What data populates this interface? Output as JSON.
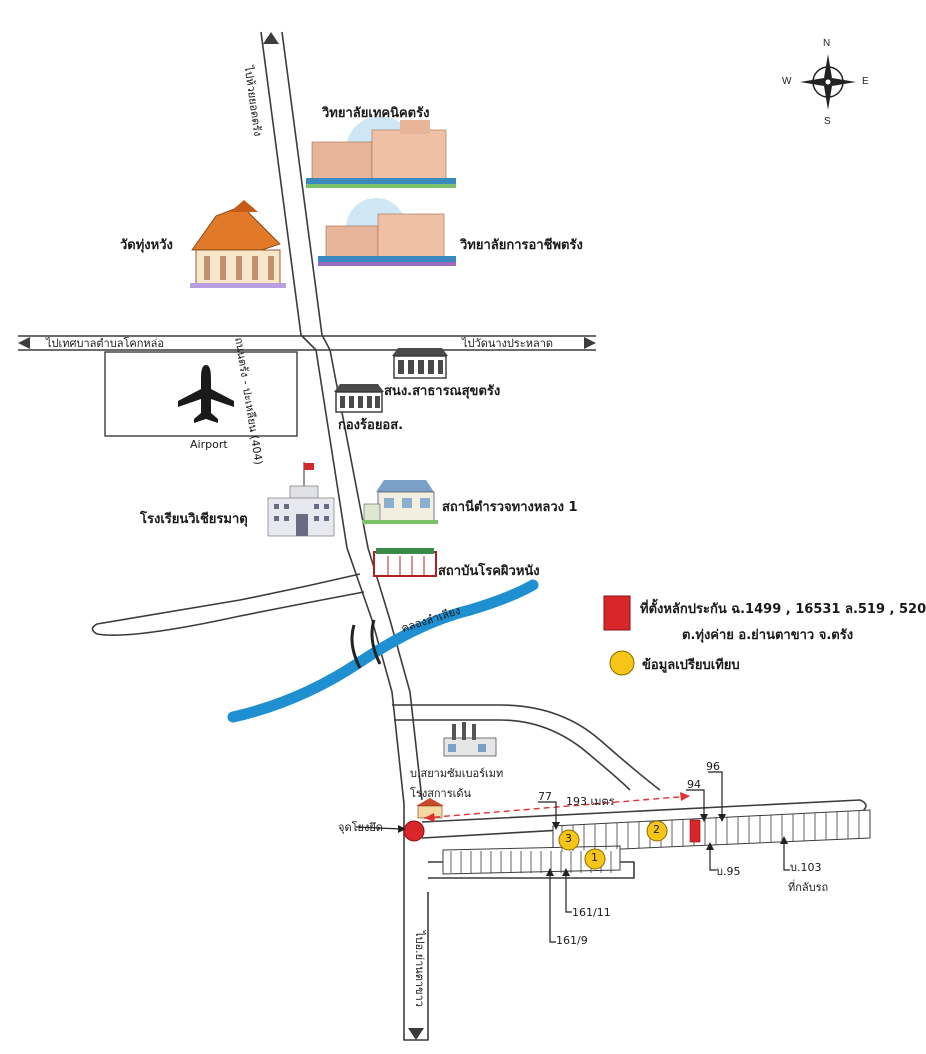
{
  "compass": {
    "n": "N",
    "s": "S",
    "e": "E",
    "w": "W"
  },
  "roads": {
    "north": "ไปห้วยยอดตรัง",
    "main": "ถนนตรัง - ปะเหลียน (404)",
    "west": "ไปเทศบาลตำบลโคกหล่อ",
    "east": "ไปวัดนางประหลาด",
    "south": "ไปอ.ย่านตาขาว"
  },
  "places": {
    "tech_college": "วิทยาลัยเทคนิคตรัง",
    "voc_college": "วิทยาลัยการอาชีพตรัง",
    "temple": "วัดทุ่งหวัง",
    "airport": "Airport",
    "health_office": "สนง.สาธารณสุขตรัง",
    "kongroi": "กองร้อยอส.",
    "highway_police": "สถานีตำรวจทางหลวง 1",
    "school": "โรงเรียนวิเชียรมาตุ",
    "skin_institute": "สถาบันโรคผิวหนัง",
    "canal": "คลองลำเลียง",
    "company": "บ.สยามซัมเบอร์เมท",
    "junction": "จุดโยงยึด",
    "sakarn": "โรงสการเด้น"
  },
  "labels": {
    "distance": "193 เมตร",
    "n77": "77",
    "n94": "94",
    "n96": "96",
    "b95": "บ.95",
    "b103": "บ.103",
    "kilombo": "ที่กลับรถ",
    "n161_11": "161/11",
    "n161_9": "161/9",
    "c1": "1",
    "c2": "2",
    "c3": "3"
  },
  "legend": {
    "red_line1": "ที่ตั้งหลักประกัน ฉ.1499 , 16531 ล.519 , 520",
    "red_line2": "ต.ทุ่งค่าย อ.ย่านตาขาว จ.ตรัง",
    "yellow": "ข้อมูลเปรียบเทียบ"
  },
  "colors": {
    "road": "#3c3c3c",
    "river": "#1e8fd0",
    "subject": "#d8262a",
    "comparable": "#f5c518",
    "arrow_red": "#e03030"
  }
}
